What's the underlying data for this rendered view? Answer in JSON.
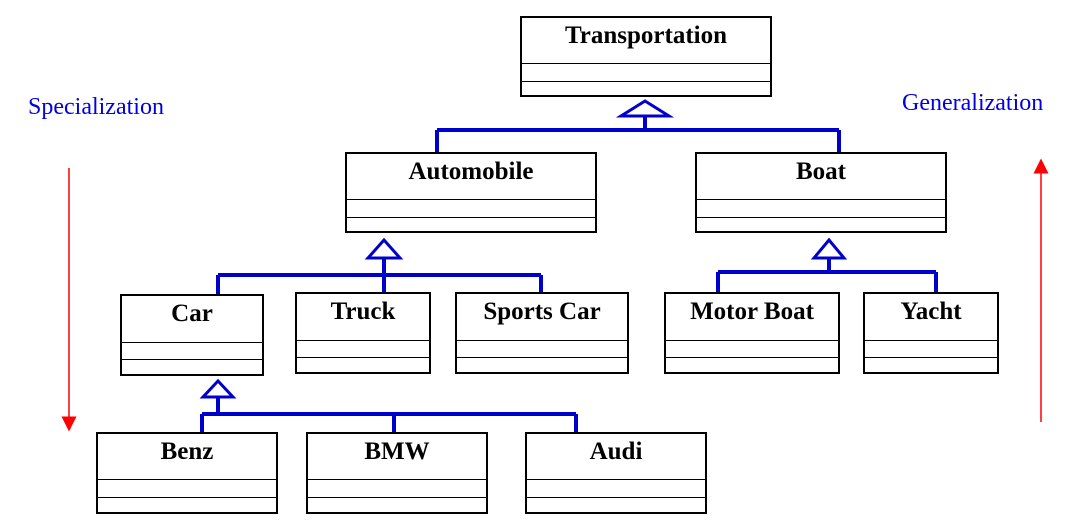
{
  "labels": {
    "specialization": "Specialization",
    "generalization": "Generalization"
  },
  "classes": {
    "transportation": "Transportation",
    "automobile": "Automobile",
    "boat": "Boat",
    "car": "Car",
    "truck": "Truck",
    "sports_car": "Sports Car",
    "motor_boat": "Motor Boat",
    "yacht": "Yacht",
    "benz": "Benz",
    "bmw": "BMW",
    "audi": "Audi"
  },
  "colors": {
    "connector": "#0000cc",
    "label_text": "#0000e0",
    "arrow": "#ff0000"
  }
}
